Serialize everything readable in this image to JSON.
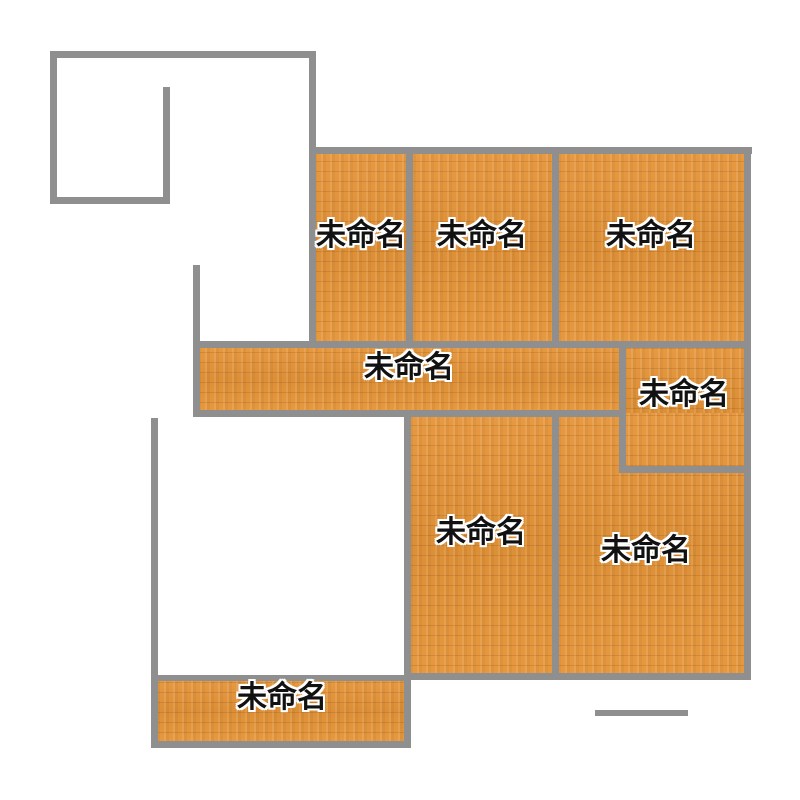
{
  "floor_plan": {
    "colors": {
      "floor": "#e0963c",
      "wall": "#8f8f8f",
      "label_text": "#111111",
      "label_outline": "#ffffff",
      "background": "#ffffff"
    },
    "rooms": [
      {
        "id": "room-top-left",
        "label": "未命名"
      },
      {
        "id": "room-top-middle",
        "label": "未命名"
      },
      {
        "id": "room-top-right",
        "label": "未命名"
      },
      {
        "id": "room-corridor",
        "label": "未命名"
      },
      {
        "id": "room-right-small",
        "label": "未命名"
      },
      {
        "id": "room-lower-middle",
        "label": "未命名"
      },
      {
        "id": "room-lower-right",
        "label": "未命名"
      },
      {
        "id": "room-bottom-left",
        "label": "未命名"
      }
    ]
  }
}
